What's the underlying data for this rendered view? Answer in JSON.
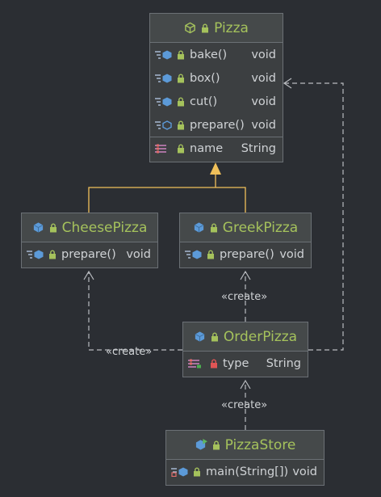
{
  "classes": {
    "pizza": {
      "name": "Pizza",
      "methods": [
        {
          "name": "bake()",
          "type": "void"
        },
        {
          "name": "box()",
          "type": "void"
        },
        {
          "name": "cut()",
          "type": "void"
        },
        {
          "name": "prepare()",
          "type": "void"
        }
      ],
      "fields": [
        {
          "name": "name",
          "type": "String"
        }
      ]
    },
    "cheese": {
      "name": "CheesePizza",
      "methods": [
        {
          "name": "prepare()",
          "type": "void"
        }
      ]
    },
    "greek": {
      "name": "GreekPizza",
      "methods": [
        {
          "name": "prepare()",
          "type": "void"
        }
      ]
    },
    "order": {
      "name": "OrderPizza",
      "fields": [
        {
          "name": "type",
          "type": "String"
        }
      ]
    },
    "store": {
      "name": "PizzaStore",
      "methods": [
        {
          "name": "main(String[])",
          "type": "void"
        }
      ]
    }
  },
  "edges": {
    "create_label": "«create»"
  },
  "colors": {
    "background": "#2b2e33",
    "class_name": "#a5c25c",
    "inheritance": "#f0c05a",
    "dependency": "#b9bcc0"
  }
}
